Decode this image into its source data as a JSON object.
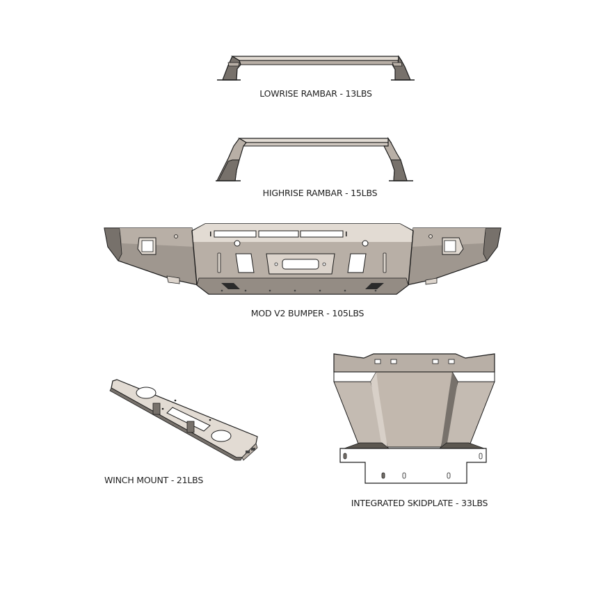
{
  "colors": {
    "background": "#ffffff",
    "metal_light": "#dcd4cc",
    "metal_mid": "#b7aea5",
    "metal_dark": "#77716b",
    "outline": "#1a1a1a",
    "caption": "#1e1e1e"
  },
  "parts": [
    {
      "id": "lowrise-rambar",
      "label": "LOWRISE RAMBAR - 13LBS",
      "name": "LOWRISE RAMBAR",
      "weight_lbs": 13
    },
    {
      "id": "highrise-rambar",
      "label": "HIGHRISE RAMBAR - 15LBS",
      "name": "HIGHRISE RAMBAR",
      "weight_lbs": 15
    },
    {
      "id": "mod-v2-bumper",
      "label": "MOD V2 BUMPER - 105LBS",
      "name": "MOD V2 BUMPER",
      "weight_lbs": 105
    },
    {
      "id": "winch-mount",
      "label": "WINCH MOUNT - 21LBS",
      "name": "WINCH MOUNT",
      "weight_lbs": 21
    },
    {
      "id": "integrated-skidplate",
      "label": "INTEGRATED SKIDPLATE - 33LBS",
      "name": "INTEGRATED SKIDPLATE",
      "weight_lbs": 33
    }
  ]
}
